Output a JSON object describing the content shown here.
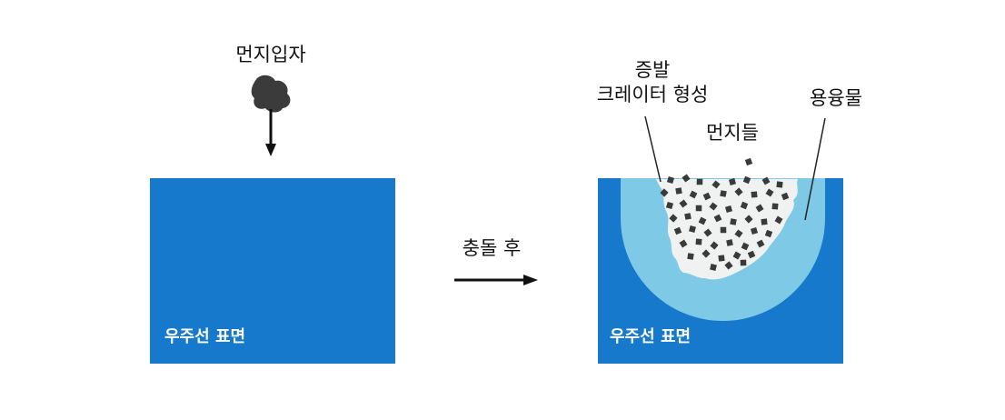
{
  "labels": {
    "dust_particle": "먼지입자",
    "surface_left": "우주선 표면",
    "surface_right": "우주선 표면",
    "after_collision": "충돌 후",
    "evaporation_line1": "증발",
    "evaporation_line2": "크레이터 형성",
    "dust_pieces": "먼지들",
    "molten": "용융물"
  },
  "colors": {
    "surface": "#1679cb",
    "molten_zone": "#7ec9e6",
    "crater": "#f0f1f1",
    "dust": "#3a3a3a",
    "arrow": "#111111"
  },
  "icons": {
    "dust_particle": "dust-blob-icon",
    "arrow_down": "arrow-down-icon",
    "arrow_right": "arrow-right-icon"
  }
}
